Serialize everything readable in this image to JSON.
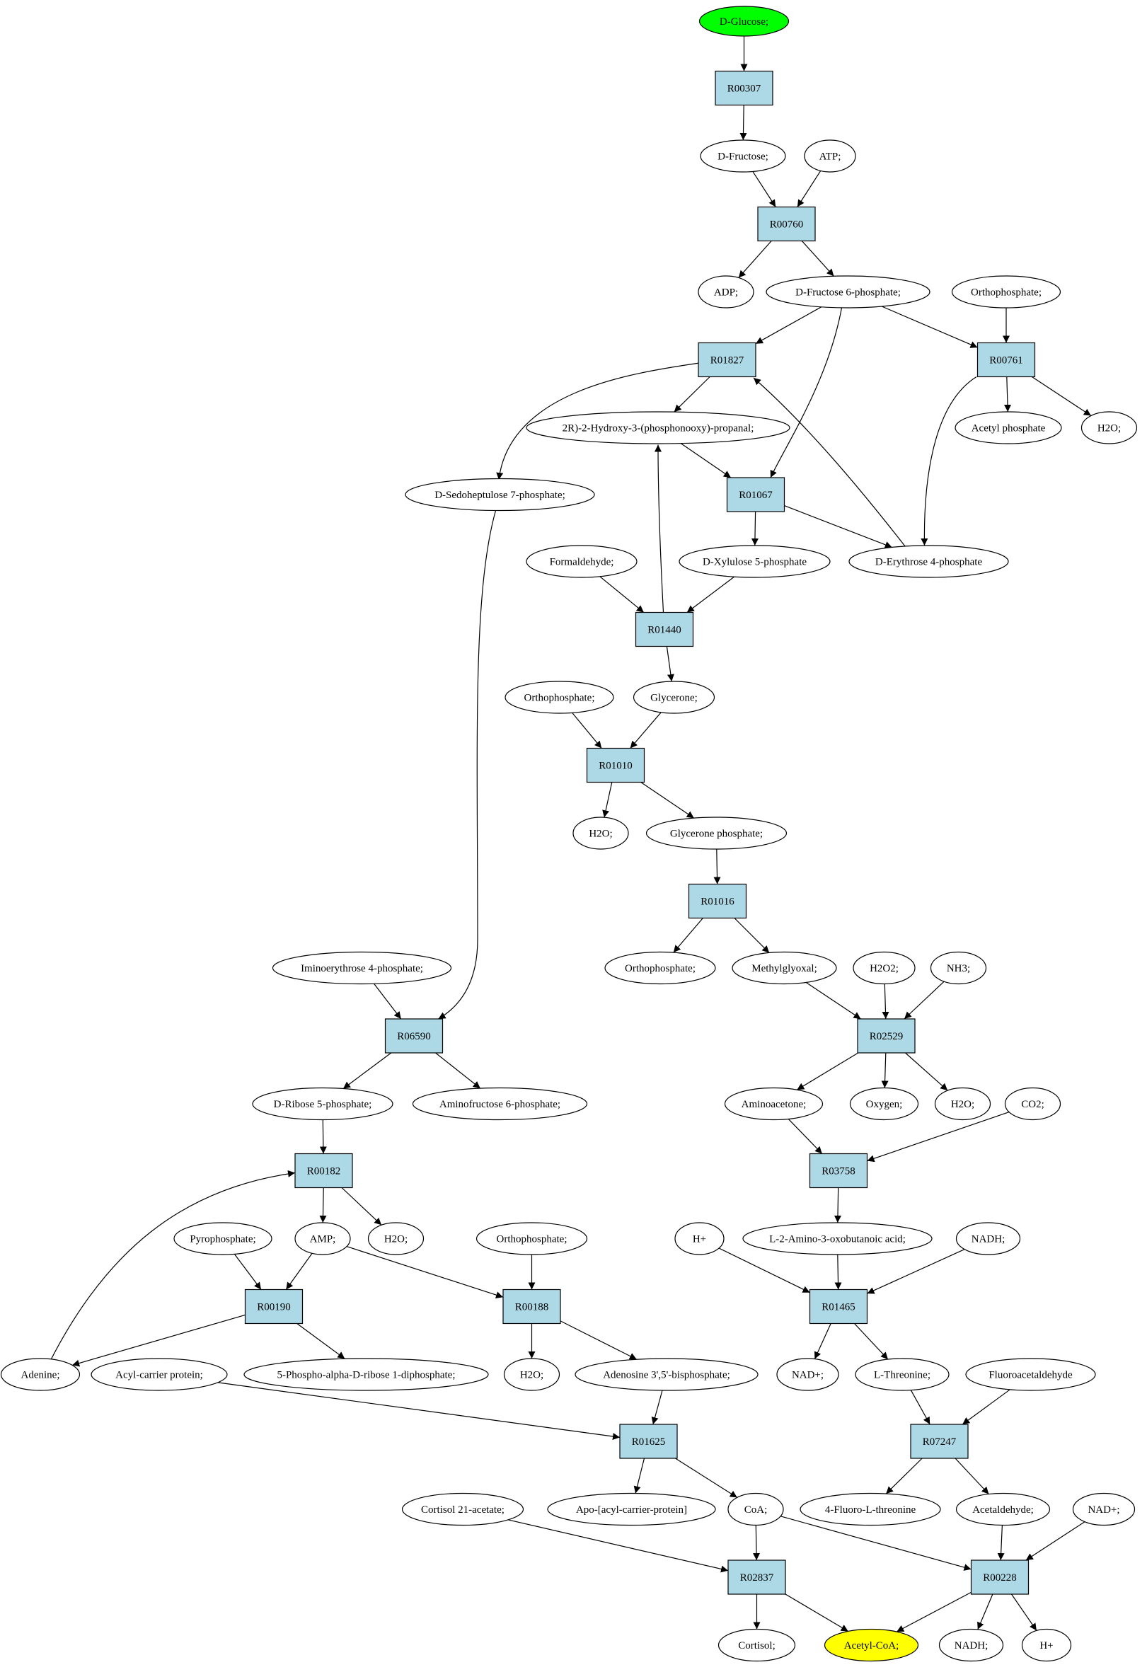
{
  "graph": {
    "nodes": [
      {
        "id": "glucose",
        "label": "D-Glucose;",
        "kind": "compound",
        "fill": "#00ff00"
      },
      {
        "id": "R00307",
        "label": "R00307",
        "kind": "reaction"
      },
      {
        "id": "fructose",
        "label": "D-Fructose;",
        "kind": "compound"
      },
      {
        "id": "atp",
        "label": "ATP;",
        "kind": "compound"
      },
      {
        "id": "R00760",
        "label": "R00760",
        "kind": "reaction"
      },
      {
        "id": "adp",
        "label": "ADP;",
        "kind": "compound"
      },
      {
        "id": "f6p",
        "label": "D-Fructose 6-phosphate;",
        "kind": "compound"
      },
      {
        "id": "pi1",
        "label": "Orthophosphate;",
        "kind": "compound"
      },
      {
        "id": "R01827",
        "label": "R01827",
        "kind": "reaction"
      },
      {
        "id": "R00761",
        "label": "R00761",
        "kind": "reaction"
      },
      {
        "id": "g3p",
        "label": "2R)-2-Hydroxy-3-(phosphonooxy)-propanal;",
        "kind": "compound"
      },
      {
        "id": "acp",
        "label": "Acetyl phosphate",
        "kind": "compound"
      },
      {
        "id": "h2o1",
        "label": "H2O;",
        "kind": "compound"
      },
      {
        "id": "s7p",
        "label": "D-Sedoheptulose 7-phosphate;",
        "kind": "compound"
      },
      {
        "id": "R01067",
        "label": "R01067",
        "kind": "reaction"
      },
      {
        "id": "formald",
        "label": "Formaldehyde;",
        "kind": "compound"
      },
      {
        "id": "x5p",
        "label": "D-Xylulose 5-phosphate",
        "kind": "compound"
      },
      {
        "id": "e4p",
        "label": "D-Erythrose 4-phosphate",
        "kind": "compound"
      },
      {
        "id": "R01440",
        "label": "R01440",
        "kind": "reaction"
      },
      {
        "id": "pi2",
        "label": "Orthophosphate;",
        "kind": "compound"
      },
      {
        "id": "glycerone",
        "label": "Glycerone;",
        "kind": "compound"
      },
      {
        "id": "R01010",
        "label": "R01010",
        "kind": "reaction"
      },
      {
        "id": "h2o2",
        "label": "H2O;",
        "kind": "compound"
      },
      {
        "id": "glyp",
        "label": "Glycerone phosphate;",
        "kind": "compound"
      },
      {
        "id": "R01016",
        "label": "R01016",
        "kind": "reaction"
      },
      {
        "id": "imino",
        "label": "Iminoerythrose 4-phosphate;",
        "kind": "compound"
      },
      {
        "id": "pi3",
        "label": "Orthophosphate;",
        "kind": "compound"
      },
      {
        "id": "mgo",
        "label": "Methylglyoxal;",
        "kind": "compound"
      },
      {
        "id": "h2o2x",
        "label": "H2O2;",
        "kind": "compound"
      },
      {
        "id": "nh3",
        "label": "NH3;",
        "kind": "compound"
      },
      {
        "id": "R06590",
        "label": "R06590",
        "kind": "reaction"
      },
      {
        "id": "R02529",
        "label": "R02529",
        "kind": "reaction"
      },
      {
        "id": "r5p",
        "label": "D-Ribose 5-phosphate;",
        "kind": "compound"
      },
      {
        "id": "af6p",
        "label": "Aminofructose 6-phosphate;",
        "kind": "compound"
      },
      {
        "id": "aminoacetone",
        "label": "Aminoacetone;",
        "kind": "compound"
      },
      {
        "id": "oxygen",
        "label": "Oxygen;",
        "kind": "compound"
      },
      {
        "id": "h2o3",
        "label": "H2O;",
        "kind": "compound"
      },
      {
        "id": "co2",
        "label": "CO2;",
        "kind": "compound"
      },
      {
        "id": "R00182",
        "label": "R00182",
        "kind": "reaction"
      },
      {
        "id": "R03758",
        "label": "R03758",
        "kind": "reaction"
      },
      {
        "id": "ppi",
        "label": "Pyrophosphate;",
        "kind": "compound"
      },
      {
        "id": "amp",
        "label": "AMP;",
        "kind": "compound"
      },
      {
        "id": "h2o4",
        "label": "H2O;",
        "kind": "compound"
      },
      {
        "id": "pi4",
        "label": "Orthophosphate;",
        "kind": "compound"
      },
      {
        "id": "hplus1",
        "label": "H+",
        "kind": "compound"
      },
      {
        "id": "aoba",
        "label": "L-2-Amino-3-oxobutanoic acid;",
        "kind": "compound"
      },
      {
        "id": "nadh1",
        "label": "NADH;",
        "kind": "compound"
      },
      {
        "id": "R00190",
        "label": "R00190",
        "kind": "reaction"
      },
      {
        "id": "R00188",
        "label": "R00188",
        "kind": "reaction"
      },
      {
        "id": "R01465",
        "label": "R01465",
        "kind": "reaction"
      },
      {
        "id": "adenine",
        "label": "Adenine;",
        "kind": "compound"
      },
      {
        "id": "acylcp",
        "label": "Acyl-carrier protein;",
        "kind": "compound"
      },
      {
        "id": "prpp",
        "label": "5-Phospho-alpha-D-ribose 1-diphosphate;",
        "kind": "compound"
      },
      {
        "id": "h2o5",
        "label": "H2O;",
        "kind": "compound"
      },
      {
        "id": "pap",
        "label": "Adenosine 3',5'-bisphosphate;",
        "kind": "compound"
      },
      {
        "id": "nadplus1",
        "label": "NAD+;",
        "kind": "compound"
      },
      {
        "id": "thr",
        "label": "L-Threonine;",
        "kind": "compound"
      },
      {
        "id": "fluoroacet",
        "label": "Fluoroacetaldehyde",
        "kind": "compound"
      },
      {
        "id": "R01625",
        "label": "R01625",
        "kind": "reaction"
      },
      {
        "id": "R07247",
        "label": "R07247",
        "kind": "reaction"
      },
      {
        "id": "cortac",
        "label": "Cortisol 21-acetate;",
        "kind": "compound"
      },
      {
        "id": "apoacp",
        "label": "Apo-[acyl-carrier-protein]",
        "kind": "compound"
      },
      {
        "id": "coa",
        "label": "CoA;",
        "kind": "compound"
      },
      {
        "id": "fthr",
        "label": "4-Fluoro-L-threonine",
        "kind": "compound"
      },
      {
        "id": "acetald",
        "label": "Acetaldehyde;",
        "kind": "compound"
      },
      {
        "id": "nadplus2",
        "label": "NAD+;",
        "kind": "compound"
      },
      {
        "id": "R02837",
        "label": "R02837",
        "kind": "reaction"
      },
      {
        "id": "R00228",
        "label": "R00228",
        "kind": "reaction"
      },
      {
        "id": "cortisol",
        "label": "Cortisol;",
        "kind": "compound"
      },
      {
        "id": "acoa",
        "label": "Acetyl-CoA;",
        "kind": "compound",
        "fill": "#ffff00"
      },
      {
        "id": "nadh2",
        "label": "NADH;",
        "kind": "compound"
      },
      {
        "id": "hplus2",
        "label": "H+",
        "kind": "compound"
      }
    ],
    "edges": [
      [
        "glucose",
        "R00307"
      ],
      [
        "R00307",
        "fructose"
      ],
      [
        "fructose",
        "R00760"
      ],
      [
        "atp",
        "R00760"
      ],
      [
        "R00760",
        "adp"
      ],
      [
        "R00760",
        "f6p"
      ],
      [
        "f6p",
        "R01827"
      ],
      [
        "f6p",
        "R00761"
      ],
      [
        "pi1",
        "R00761"
      ],
      [
        "f6p",
        "R01067"
      ],
      [
        "R01827",
        "g3p"
      ],
      [
        "R01827",
        "s7p"
      ],
      [
        "R00761",
        "acp"
      ],
      [
        "R00761",
        "h2o1"
      ],
      [
        "R00761",
        "e4p"
      ],
      [
        "e4p",
        "R01827"
      ],
      [
        "g3p",
        "R01067"
      ],
      [
        "R01067",
        "x5p"
      ],
      [
        "R01067",
        "e4p"
      ],
      [
        "formald",
        "R01440"
      ],
      [
        "x5p",
        "R01440"
      ],
      [
        "R01440",
        "g3p"
      ],
      [
        "R01440",
        "glycerone"
      ],
      [
        "pi2",
        "R01010"
      ],
      [
        "glycerone",
        "R01010"
      ],
      [
        "R01010",
        "h2o2"
      ],
      [
        "R01010",
        "glyp"
      ],
      [
        "glyp",
        "R01016"
      ],
      [
        "R01016",
        "pi3"
      ],
      [
        "R01016",
        "mgo"
      ],
      [
        "s7p",
        "R06590"
      ],
      [
        "imino",
        "R06590"
      ],
      [
        "R06590",
        "r5p"
      ],
      [
        "R06590",
        "af6p"
      ],
      [
        "mgo",
        "R02529"
      ],
      [
        "h2o2x",
        "R02529"
      ],
      [
        "nh3",
        "R02529"
      ],
      [
        "R02529",
        "aminoacetone"
      ],
      [
        "R02529",
        "oxygen"
      ],
      [
        "R02529",
        "h2o3"
      ],
      [
        "aminoacetone",
        "R03758"
      ],
      [
        "co2",
        "R03758"
      ],
      [
        "R03758",
        "aoba"
      ],
      [
        "r5p",
        "R00182"
      ],
      [
        "adenine",
        "R00182"
      ],
      [
        "R00182",
        "amp"
      ],
      [
        "R00182",
        "h2o4"
      ],
      [
        "ppi",
        "R00190"
      ],
      [
        "amp",
        "R00190"
      ],
      [
        "amp",
        "R00188"
      ],
      [
        "pi4",
        "R00188"
      ],
      [
        "R00190",
        "adenine"
      ],
      [
        "R00190",
        "prpp"
      ],
      [
        "R00188",
        "h2o5"
      ],
      [
        "R00188",
        "pap"
      ],
      [
        "hplus1",
        "R01465"
      ],
      [
        "aoba",
        "R01465"
      ],
      [
        "nadh1",
        "R01465"
      ],
      [
        "R01465",
        "nadplus1"
      ],
      [
        "R01465",
        "thr"
      ],
      [
        "acylcp",
        "R01625"
      ],
      [
        "pap",
        "R01625"
      ],
      [
        "R01625",
        "apoacp"
      ],
      [
        "R01625",
        "coa"
      ],
      [
        "thr",
        "R07247"
      ],
      [
        "fluoroacet",
        "R07247"
      ],
      [
        "R07247",
        "fthr"
      ],
      [
        "R07247",
        "acetald"
      ],
      [
        "cortac",
        "R02837"
      ],
      [
        "coa",
        "R02837"
      ],
      [
        "coa",
        "R00228"
      ],
      [
        "acetald",
        "R00228"
      ],
      [
        "nadplus2",
        "R00228"
      ],
      [
        "R02837",
        "cortisol"
      ],
      [
        "R02837",
        "acoa"
      ],
      [
        "R00228",
        "acoa"
      ],
      [
        "R00228",
        "nadh2"
      ],
      [
        "R00228",
        "hplus2"
      ]
    ]
  }
}
